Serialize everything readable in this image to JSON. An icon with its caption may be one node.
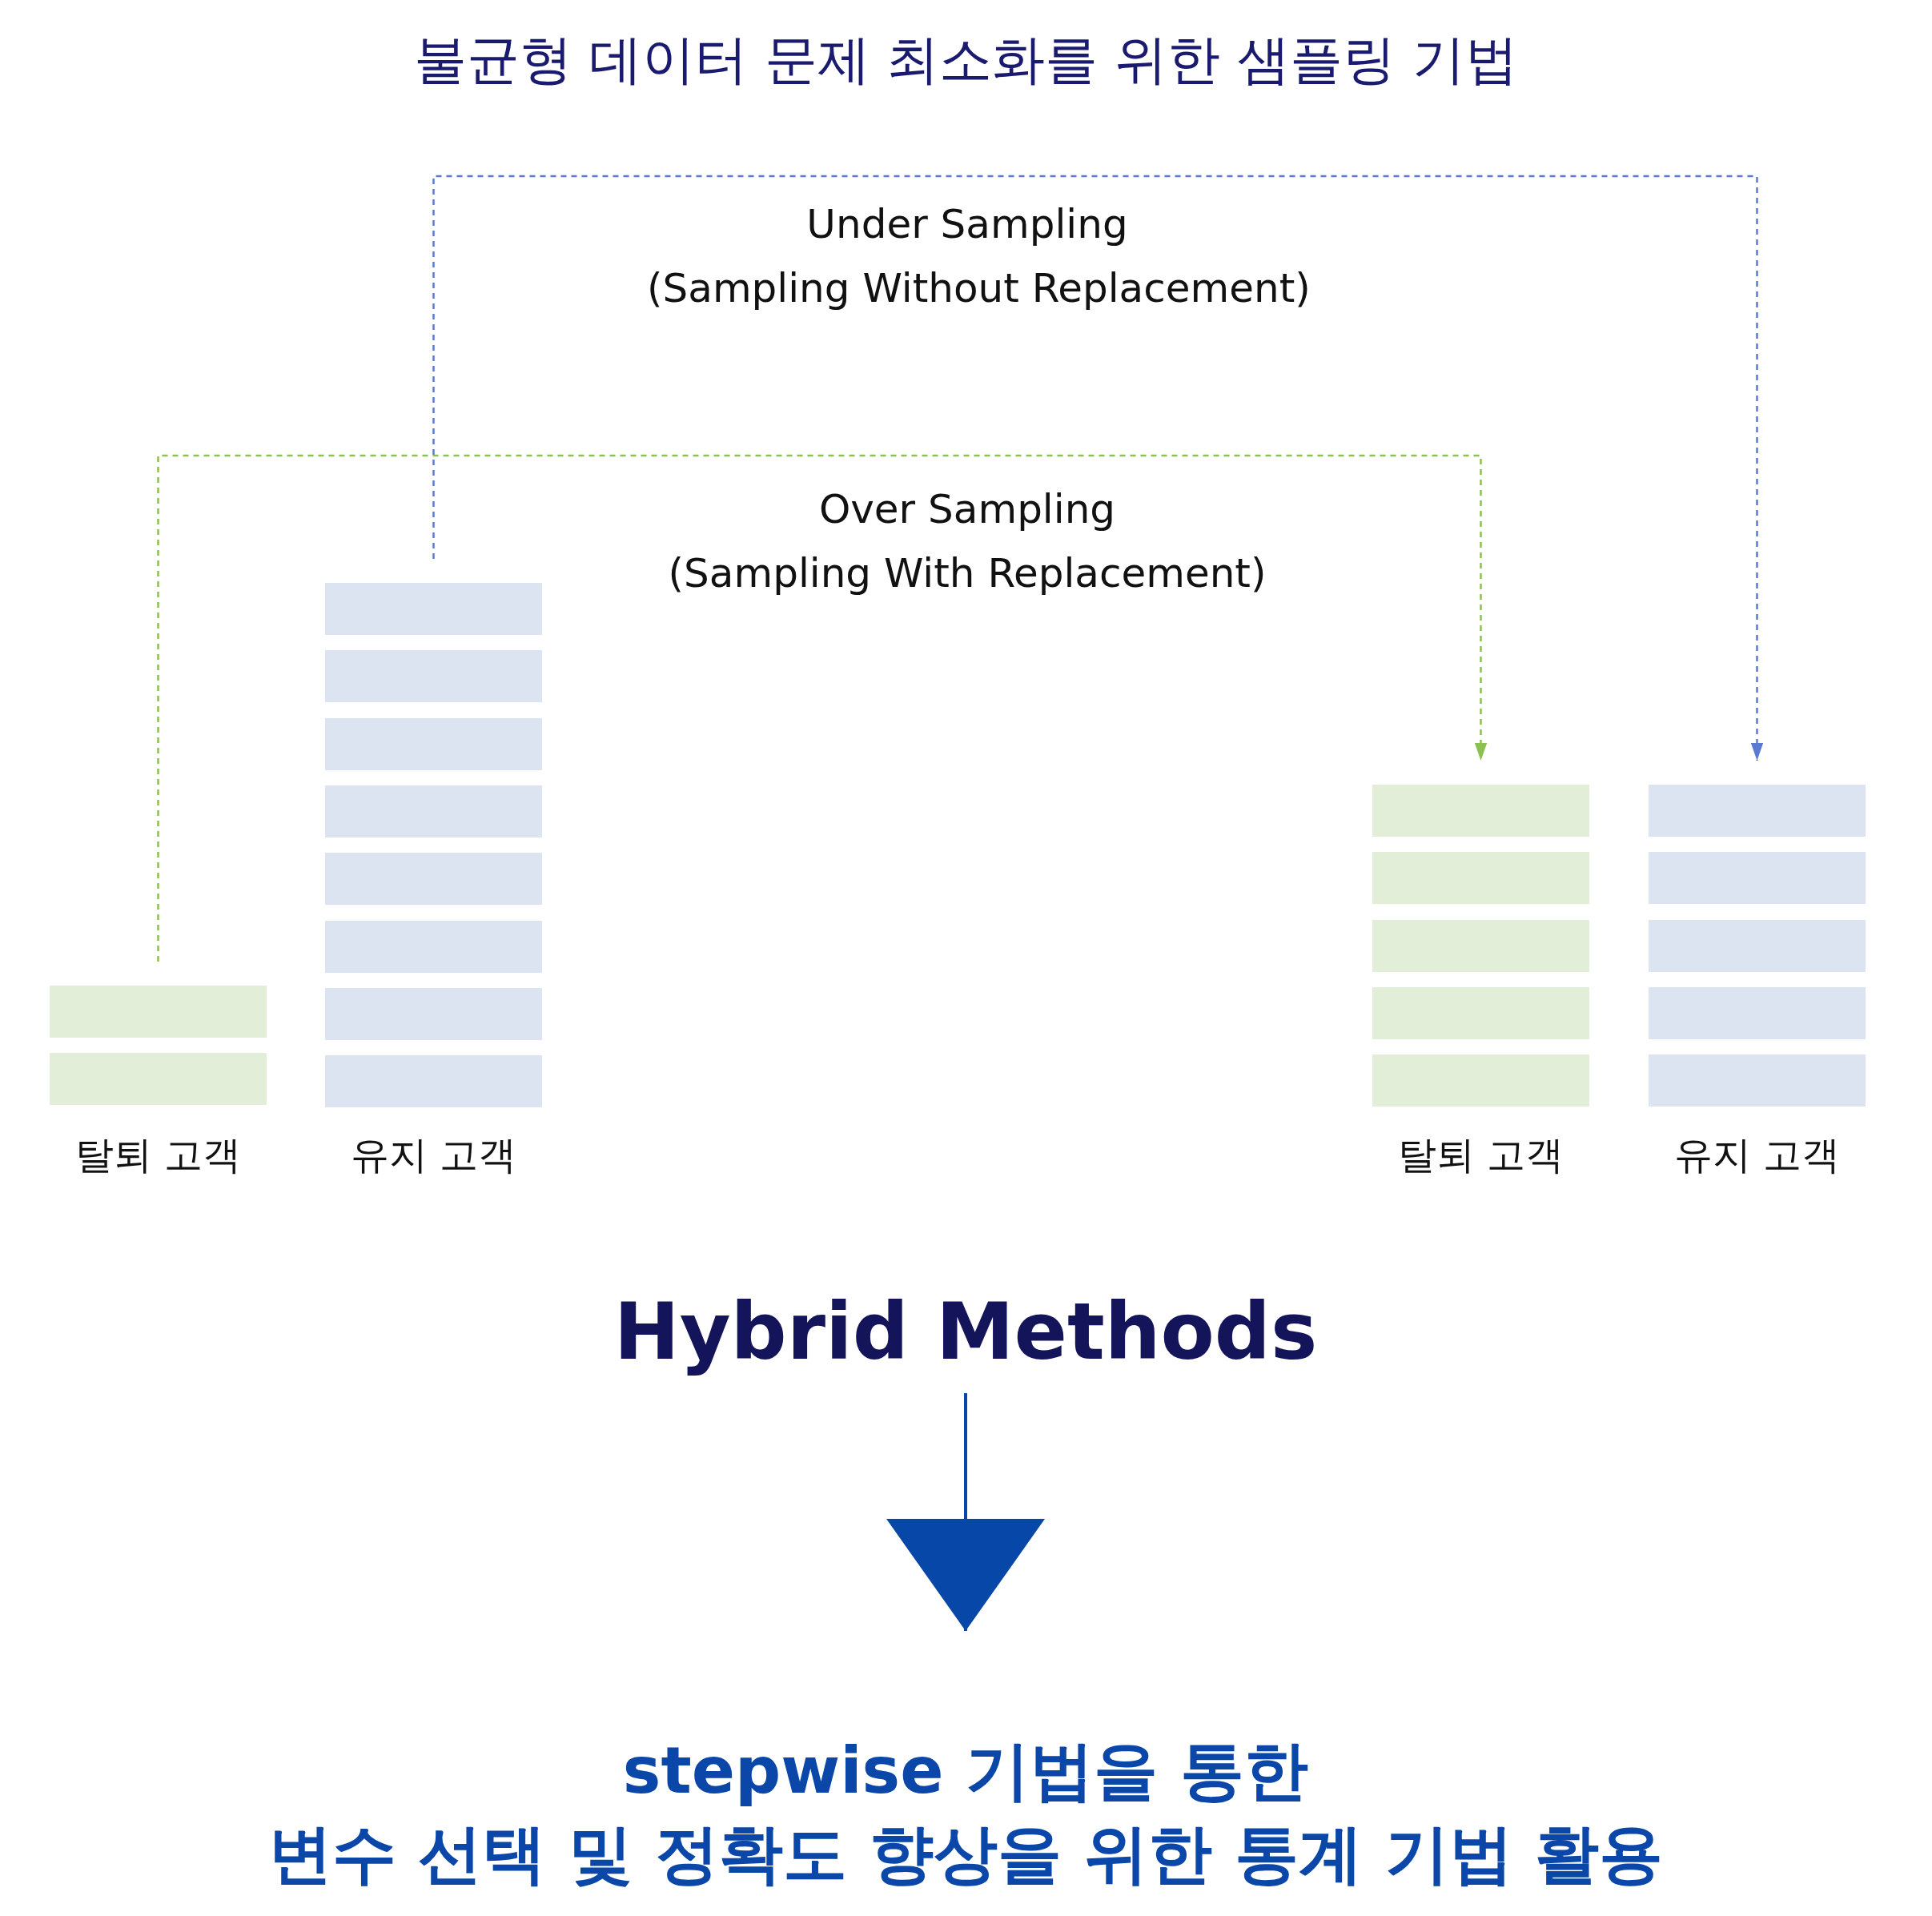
{
  "diagram": {
    "title": "불균형 데이터 문제 최소화를 위한 샘플링 기법",
    "nodes": [
      {
        "text": [
          "탈퇴 고객"
        ]
      },
      {
        "text": [
          "유지 고객"
        ]
      },
      {
        "text": [
          "탈퇴 고객"
        ]
      },
      {
        "text": [
          "유지 고객"
        ]
      },
      {
        "text": [
          "Hybrid Methods"
        ]
      },
      {
        "text": [
          "stepwise 기법을 통한 변수 선택 및 정확도 향상을 위한 통계 기법 활용"
        ]
      }
    ],
    "edges": [
      {
        "from": 0,
        "to": 2,
        "arrow": "to",
        "label": "Over Sampling (Sampling With Replacement)",
        "style": "dashed",
        "color": "#8cc152"
      },
      {
        "from": 1,
        "to": 3,
        "arrow": "to",
        "label": "Under Sampling (Sampling Without Replacement)",
        "style": "dashed",
        "color": "#5a7bd0"
      },
      {
        "from": 4,
        "to": 5,
        "arrow": "to",
        "color": "#0647a8"
      }
    ]
  }
}
